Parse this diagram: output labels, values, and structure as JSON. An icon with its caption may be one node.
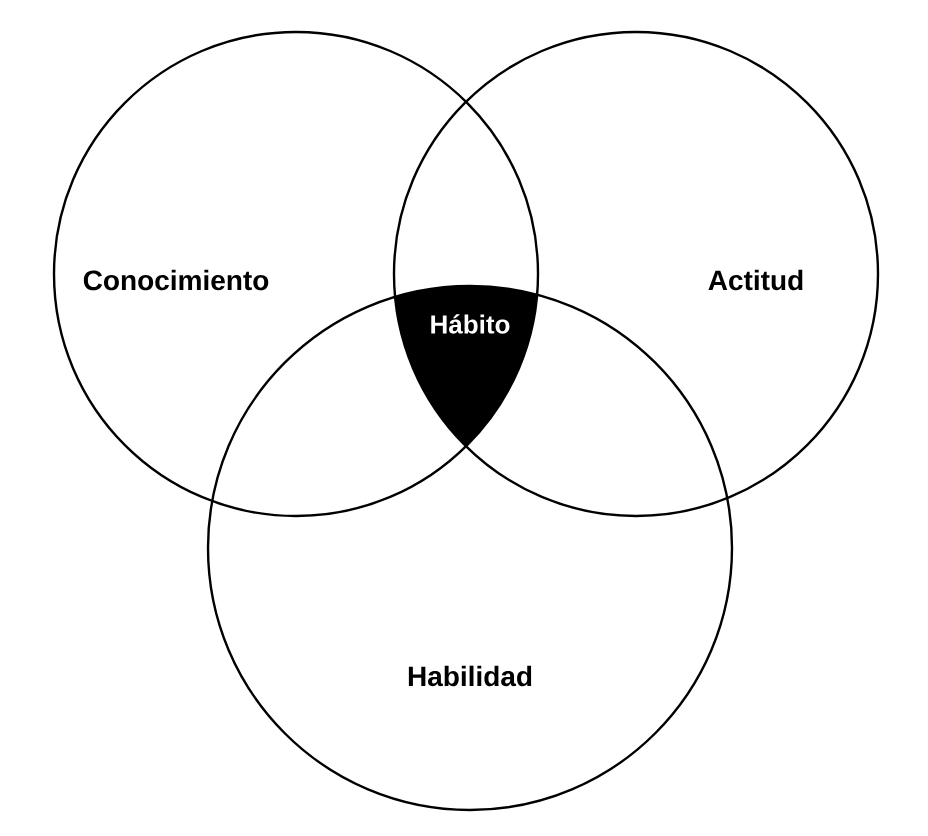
{
  "diagram": {
    "nodes": [
      {
        "text": [
          "Conocimiento"
        ]
      },
      {
        "text": [
          "Actitud"
        ]
      },
      {
        "text": [
          "Habilidad"
        ]
      },
      {
        "text": [
          "Hábito"
        ]
      }
    ]
  }
}
